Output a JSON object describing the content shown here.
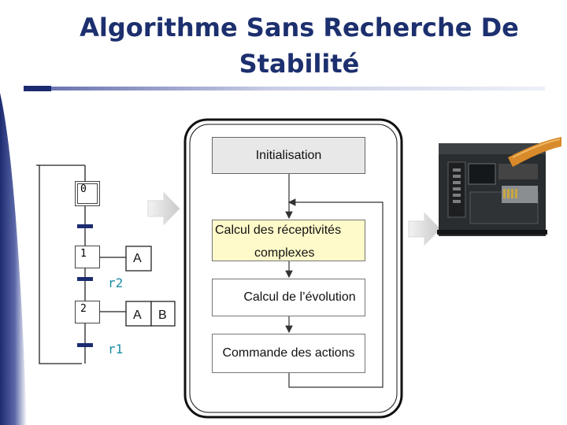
{
  "slide": {
    "title": "Algorithme Sans Recherche De Stabilité"
  },
  "grafcet": {
    "steps": [
      {
        "label": "0",
        "initial": true
      },
      {
        "label": "1",
        "initial": false
      },
      {
        "label": "2",
        "initial": false
      }
    ],
    "transitions": [
      "r2",
      "r1"
    ],
    "actions": [
      "A",
      "A",
      "B"
    ]
  },
  "cycle": {
    "boxes": [
      "Initialisation",
      "Calcul des réceptivités",
      "complexes",
      "Calcul de l’évolution",
      "Commande des actions"
    ]
  },
  "colors": {
    "title": "#1c2f6e",
    "transition_label": "#1b8fa6",
    "step_bar": "#1c2b70",
    "receptivity_fill": "#fffaca",
    "cycle_box_fill": "#e8e8e8"
  }
}
